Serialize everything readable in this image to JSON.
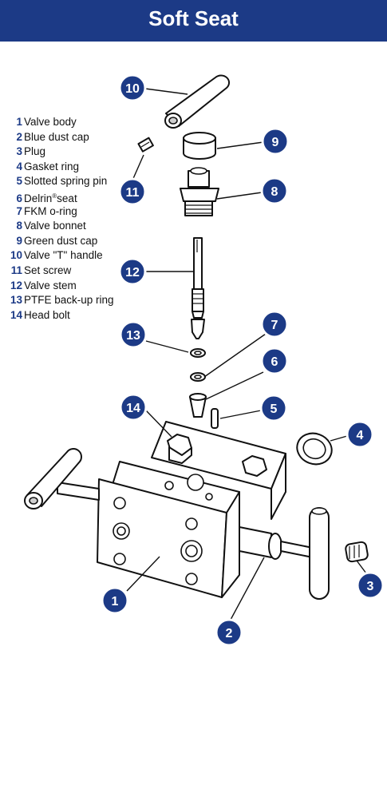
{
  "header": {
    "title": "Soft Seat"
  },
  "legend": [
    {
      "num": "1",
      "label": "Valve body"
    },
    {
      "num": "2",
      "label": "Blue dust cap"
    },
    {
      "num": "3",
      "label": "Plug"
    },
    {
      "num": "4",
      "label": "Gasket ring"
    },
    {
      "num": "5",
      "label": "Slotted spring pin"
    },
    {
      "num": "6",
      "label": "Delrin",
      "sup": "®",
      "label_suffix": "seat"
    },
    {
      "num": "7",
      "label": "FKM o-ring"
    },
    {
      "num": "8",
      "label": "Valve bonnet"
    },
    {
      "num": "9",
      "label": "Green dust cap"
    },
    {
      "num": "10",
      "label": "Valve \"T\" handle"
    },
    {
      "num": "11",
      "label": "Set screw"
    },
    {
      "num": "12",
      "label": "Valve stem"
    },
    {
      "num": "13",
      "label": "PTFE back-up ring"
    },
    {
      "num": "14",
      "label": "Head bolt"
    }
  ],
  "callouts": [
    "10",
    "9",
    "11",
    "8",
    "12",
    "13",
    "7",
    "6",
    "5",
    "14",
    "4",
    "1",
    "2",
    "3"
  ],
  "colors": {
    "banner": "#1c3a86",
    "callout": "#1c3a86",
    "legend_number": "#1c3a86"
  }
}
